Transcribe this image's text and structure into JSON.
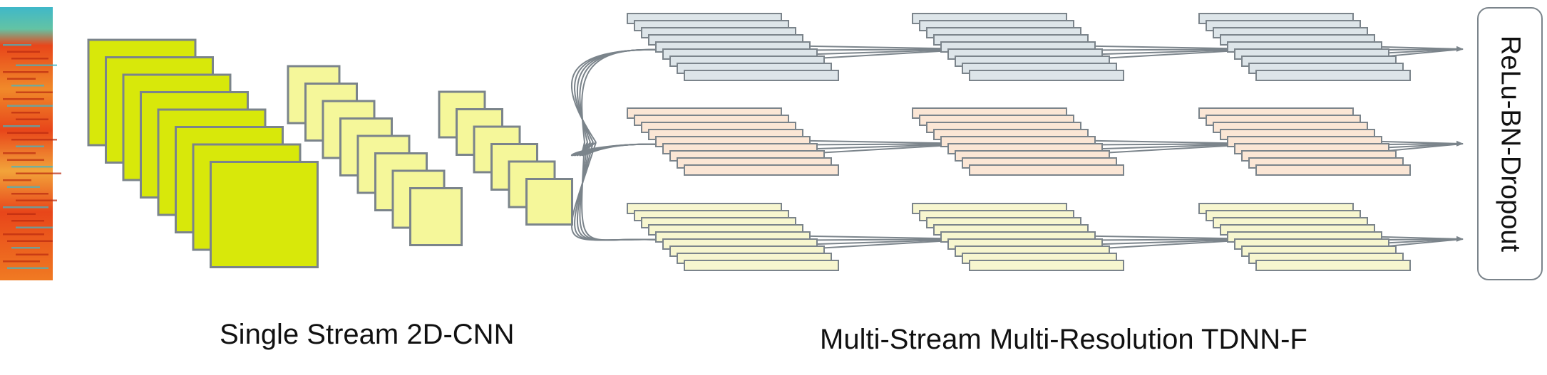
{
  "captions": {
    "cnn": "Single Stream 2D-CNN",
    "tdnn": "Multi-Stream Multi-Resolution TDNN-F"
  },
  "output_block": {
    "label": "ReLu-BN-Dropout"
  },
  "colors": {
    "stroke": "#7b848b",
    "cnn_big": "#d8e80a",
    "cnn_small": "#f5f79a",
    "stream_1": "#dde5e9",
    "stream_2": "#fbe6d5",
    "stream_3": "#f7f6cf",
    "spectrogram_hot": "#e8461a",
    "spectrogram_cool": "#3fb8c9"
  },
  "structure": {
    "streams": 3,
    "tdnn_groups_per_stream": 3,
    "cnn_block_1_layers": 8,
    "cnn_block_2_layers": 8,
    "cnn_block_3_layers": 6
  }
}
